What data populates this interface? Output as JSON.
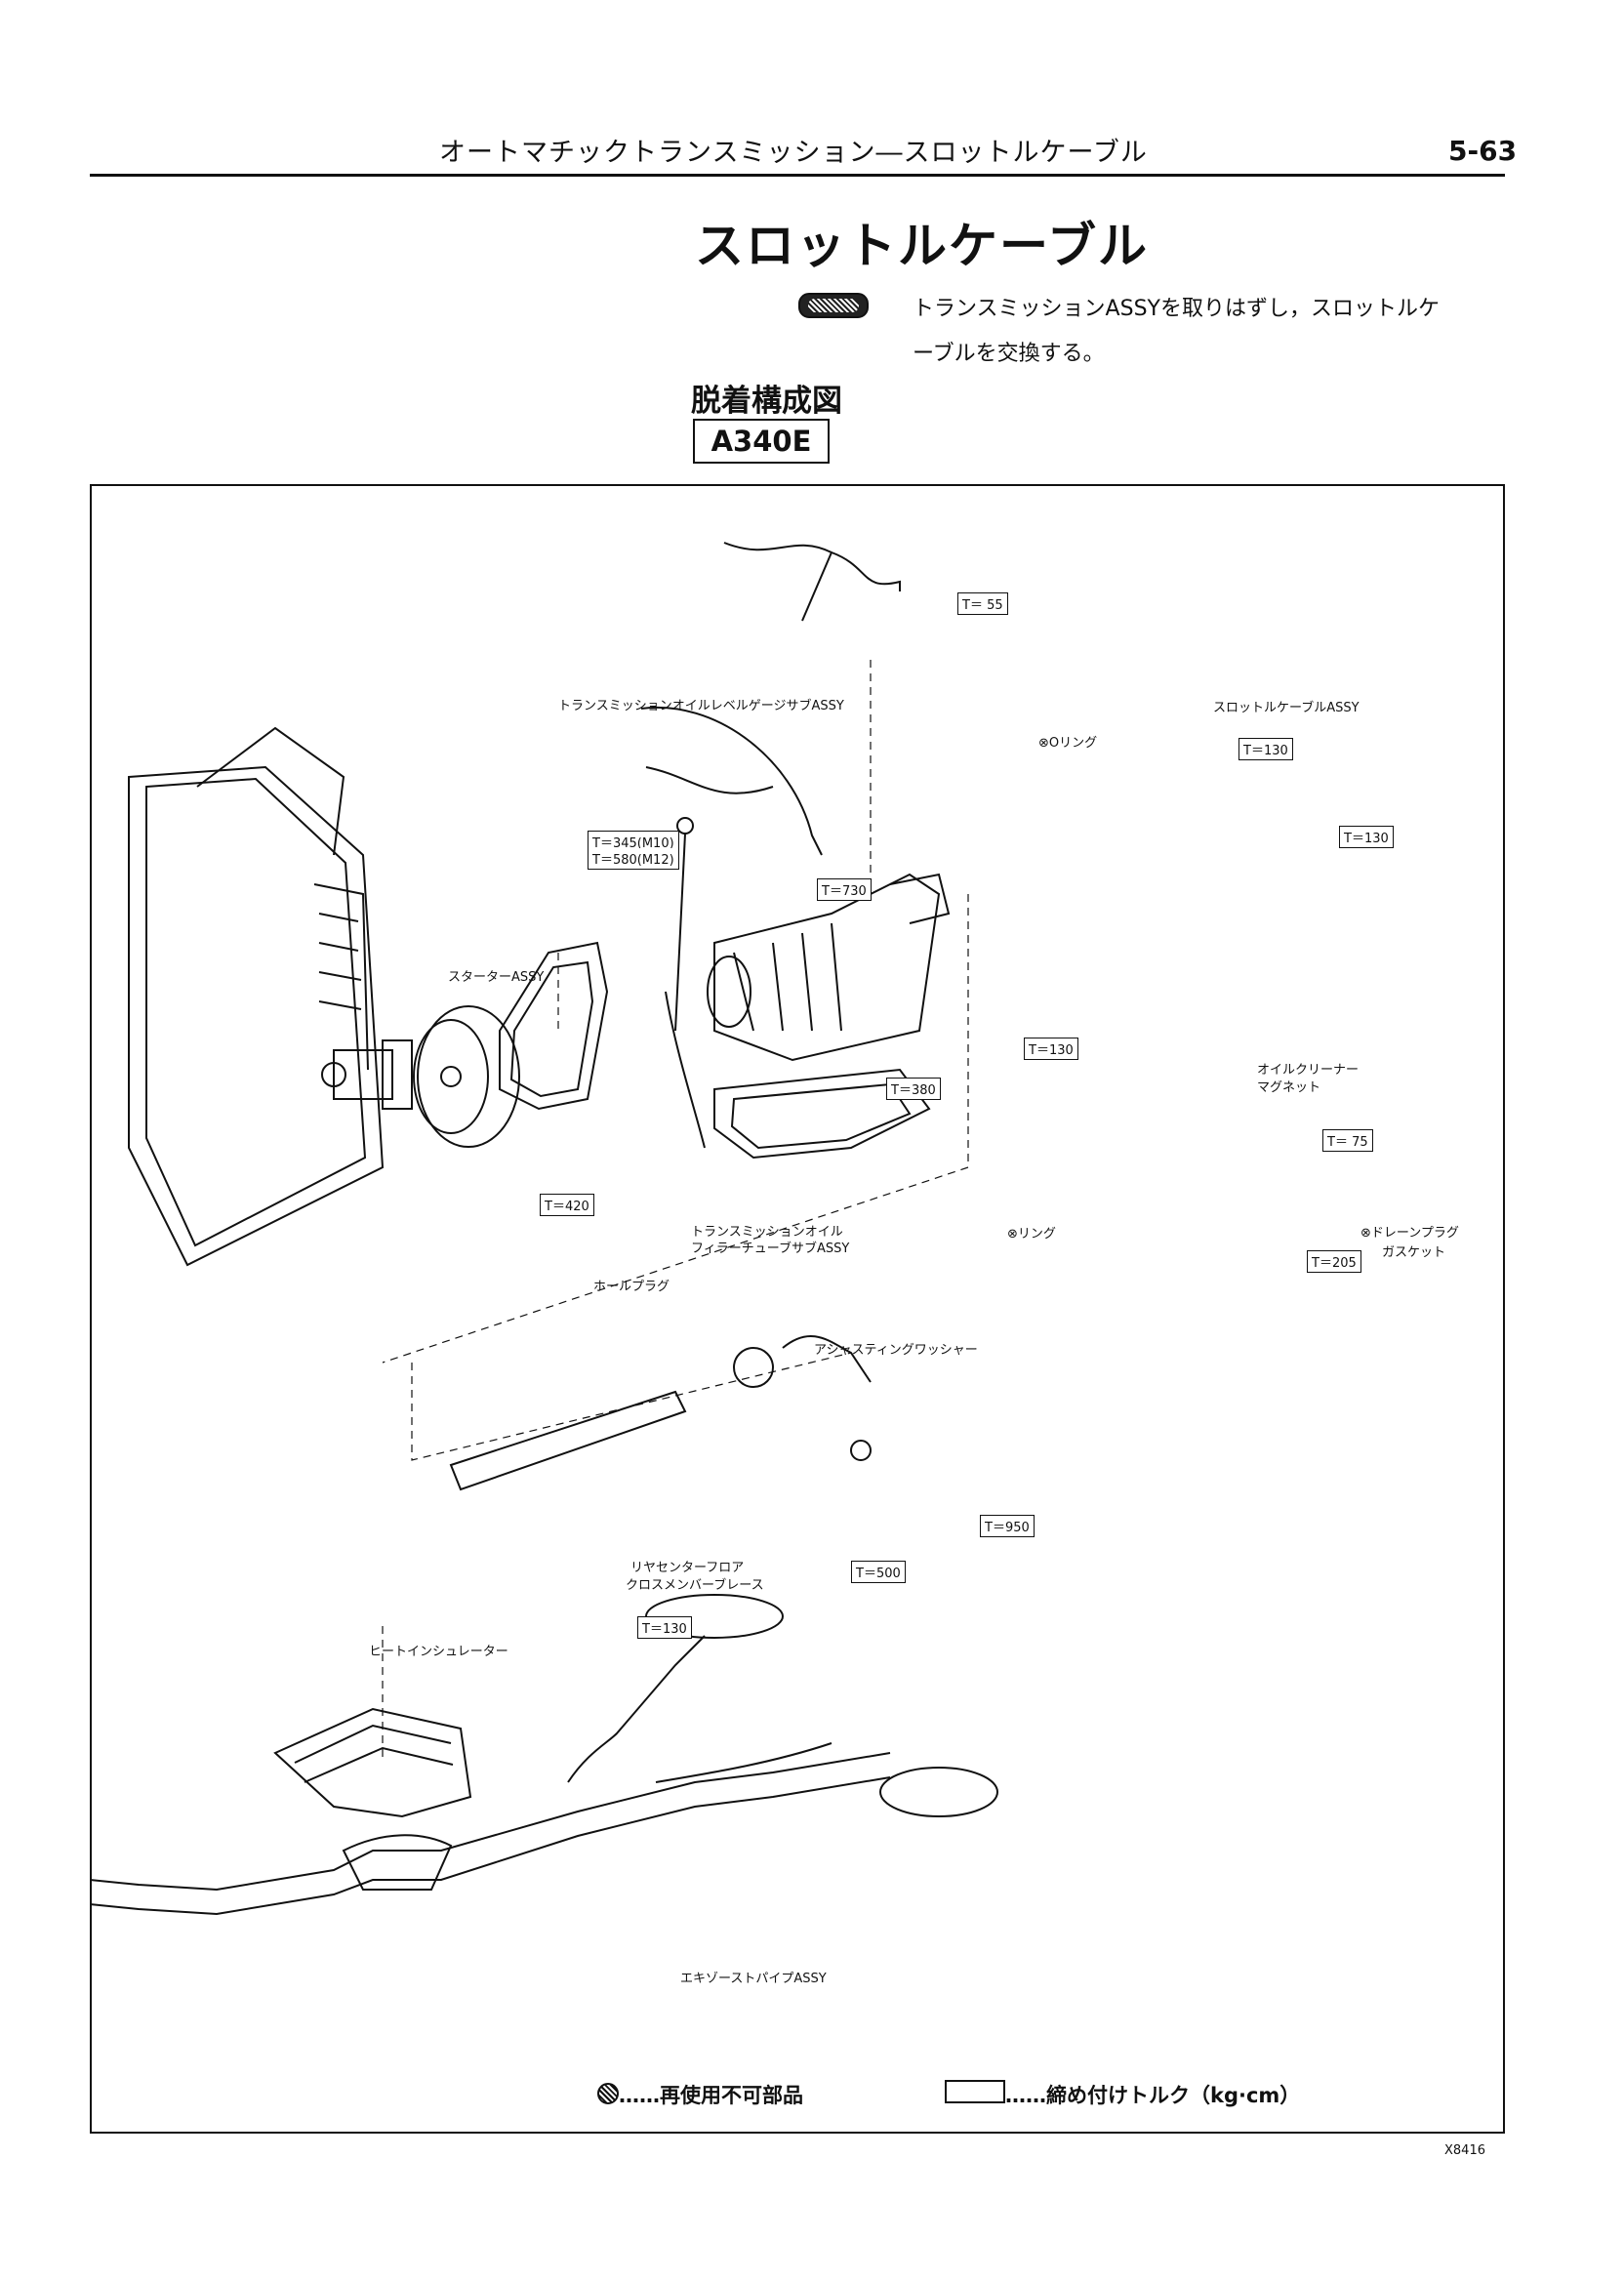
{
  "header": {
    "title": "オートマチックトランスミッション―スロットルケーブル",
    "page": "5-63"
  },
  "section": {
    "title": "スロットルケーブル",
    "hint_line1": "トランスミッションASSYを取りはずし，スロットルケ",
    "hint_line2": "ーブルを交換する。",
    "diagram_title": "脱着構成図",
    "model": "A340E"
  },
  "labels": {
    "throttle_cable": "スロットルケーブルASSY",
    "level_gauge": "トランスミッションオイルレベルゲージサブASSY",
    "o_ring": "⊗Oリング",
    "starter": "スターターASSY",
    "oil_cleaner_1": "オイルクリーナー",
    "oil_cleaner_2": "マグネット",
    "ring": "⊗リング",
    "drain_plug": "⊗ドレーンプラグ",
    "gasket": "ガスケット",
    "filler_1": "トランスミッションオイル",
    "filler_2": "フィラーチューブサブASSY",
    "hole_plug": "ホールプラグ",
    "washer": "アシャスティングワッシャー",
    "brace_1": "リヤセンターフロア",
    "brace_2": "クロスメンバーブレース",
    "heat_insulator": "ヒートインシュレーター",
    "exhaust": "エキゾーストパイプASSY"
  },
  "torques": {
    "t55": "T＝ 55",
    "t130a": "T＝130",
    "t130b": "T＝130",
    "t345": "T＝345(M10)",
    "t580": "T＝580(M12)",
    "t730": "T＝730",
    "t130c": "T＝130",
    "t380": "T＝380",
    "t75": "T＝ 75",
    "t420": "T＝420",
    "t205": "T＝205",
    "t950": "T＝950",
    "t500": "T＝500",
    "t130d": "T＝130"
  },
  "legend": {
    "non_reusable": "……再使用不可部品",
    "torque": "……締め付けトルク（kg·cm）"
  },
  "figure_code": "X8416"
}
